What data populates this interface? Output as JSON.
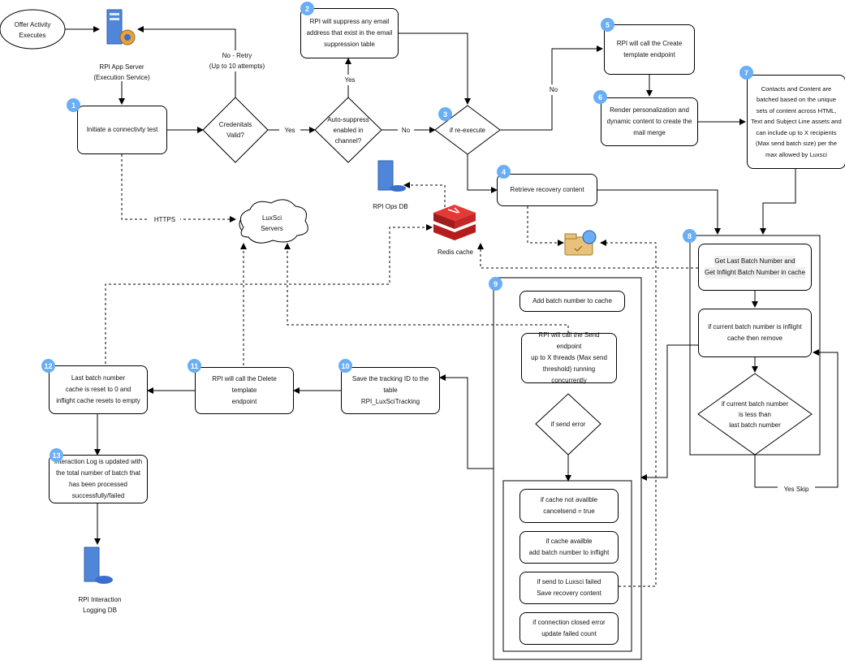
{
  "nodes": {
    "offer_activity": "Offer Activity\nExecutes",
    "app_server": "RPI App Server\n(Execution Service)",
    "n1": "Initiate a connectivty test",
    "credentials": "Credenitals\nValid?",
    "autosuppress": "Auto-suppress\nenabled in\nchannel?",
    "n2": "RPI will suppress any email\naddress that exist in the email\nsuppression table",
    "n3": "if re-execute",
    "n4": "Retrieve recovery content",
    "n5": "RPI will call the Create\ntemplate endpoint",
    "n6": "Render personalization and\ndynamic content to create the\nmail merge",
    "n7": "Contacts and Content are\nbatched based on the unique\nsets of content across HTML,\nText and Subject Line assets and\ncan include up to X recipients\n(Max send batch size) per the\nmax allowed by Luxsci",
    "n8_line1": "Get Last Batch Number and",
    "n8_line2": "Get Inflight Batch Number in cache",
    "n8b": "if current batch number is inflight\ncache then remove",
    "n8c": "if current batch number\nis less than\nlast batch number",
    "n9a": "Add batch number to cache",
    "n9b": "RPI will call the Send endpoint\nup to X threads (Max send\nthreshold) running concurrently",
    "n9c": "if send error",
    "err1": "if cache not availble\ncancelsend = true",
    "err2": "if cache availble\nadd batch number to inflight",
    "err3": "if send to Luxsci failed\nSave recovery content",
    "err4": "if connection closed error\nupdate failed count",
    "n10": "Save the tracking ID to the table\nRPI_LuxSciTracking",
    "n11": "RPI will call the Delete template\nendpoint",
    "n12": "Last batch number\ncache  is reset to 0 and\ninflight cache resets to empty",
    "n13": "Interaction Log is updated with\nthe total number of batch that\nhas been processed\nsuccessfully/failed",
    "luxsci": "LuxSci\nServers",
    "ops_db": "RPI Ops DB",
    "redis": "Redis cache",
    "interaction_db": "RPI Interaction\nLogging DB"
  },
  "edge_labels": {
    "no_retry": "No - Retry\n(Up to 10 attempts)",
    "yes_cred": "Yes",
    "yes_up": "Yes",
    "no_auto": "No",
    "no_re": "No",
    "https": "HTTPS",
    "yes_skip": "Yes Skip"
  },
  "badges": [
    "1",
    "2",
    "3",
    "4",
    "5",
    "6",
    "7",
    "8",
    "9",
    "10",
    "11",
    "12",
    "13"
  ],
  "colors": {
    "badge": "#6aaef5",
    "redis": "#c62828",
    "server": "#4f86d9",
    "folder": "#e8c27a"
  }
}
